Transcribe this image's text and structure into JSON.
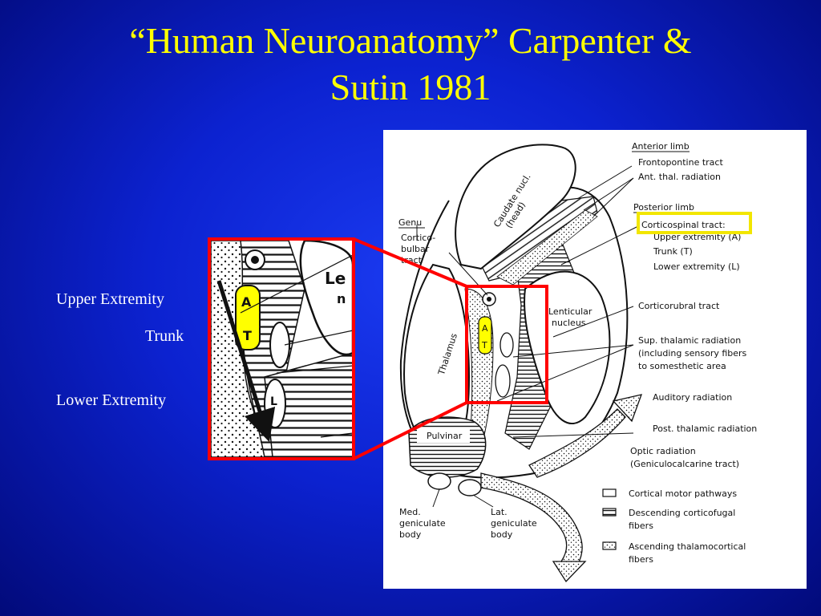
{
  "slide": {
    "title_line1": "“Human Neuroanatomy” Carpenter &",
    "title_line2": "Sutin 1981",
    "side_labels": {
      "upper_extremity": "Upper Extremity",
      "trunk": "Trunk",
      "lower_extremity": "Lower Extremity"
    }
  },
  "figure": {
    "labels": {
      "anterior_limb": "Anterior limb",
      "frontopontine": "Frontopontine tract",
      "ant_thal": "Ant. thal. radiation",
      "posterior_limb": "Posterior limb",
      "corticospinal": "Corticospinal tract:",
      "upper_ext": "Upper extremity (A)",
      "trunk_t": "Trunk (T)",
      "lower_ext": "Lower extremity (L)",
      "corticorubral": "Corticorubral tract",
      "sup_thal_1": "Sup. thalamic radiation",
      "sup_thal_2": "(including sensory fibers",
      "sup_thal_3": "to somesthetic area",
      "auditory": "Auditory radiation",
      "post_thal": "Post. thalamic radiation",
      "optic_1": "Optic radiation",
      "optic_2": "(Geniculocalcarine tract)",
      "genu": "Genu",
      "corticobulbar_1": "Cortico-",
      "corticobulbar_2": "bulbar",
      "corticobulbar_3": "tract",
      "caudate_1": "Caudate nucl.",
      "caudate_2": "(head)",
      "lenticular_1": "Lenticular",
      "lenticular_2": "nucleus",
      "thalamus": "Thalamus",
      "pulvinar": "Pulvinar",
      "med_gen_1": "Med.",
      "med_gen_2": "geniculate",
      "med_gen_3": "body",
      "lat_gen_1": "Lat.",
      "lat_gen_2": "geniculate",
      "lat_gen_3": "body",
      "tag_a": "A",
      "tag_t": "T",
      "tag_l": "L",
      "inset_le": "Le",
      "inset_n": "n"
    },
    "legend": [
      {
        "line1": "Cortical motor pathways",
        "line2": ""
      },
      {
        "line1": "Descending corticofugal",
        "line2": "fibers"
      },
      {
        "line1": "Ascending thalamocortical",
        "line2": "fibers"
      }
    ]
  },
  "colors": {
    "background": "#0c22d0",
    "title": "#ffff00",
    "highlight_box": "#ff0000",
    "highlight_yellow": "#ffff00",
    "tract_label_box": "#f2e600"
  }
}
